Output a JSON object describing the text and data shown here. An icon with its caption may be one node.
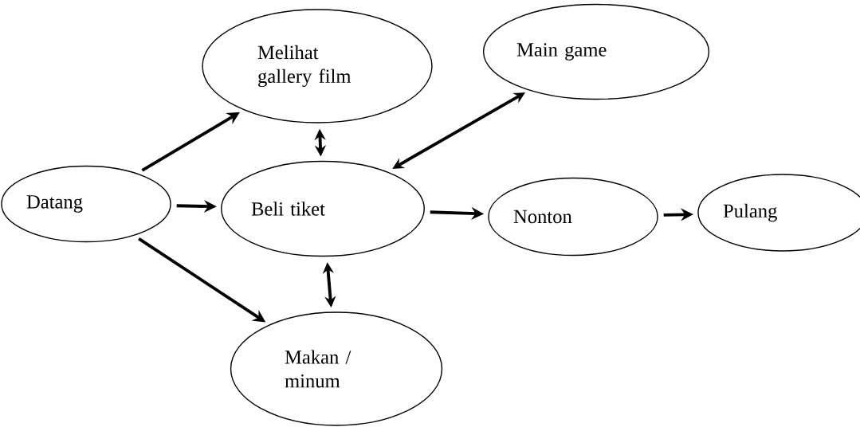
{
  "diagram": {
    "nodes": [
      {
        "text": [
          "Datang"
        ]
      },
      {
        "text": [
          "Melihat gallery film"
        ]
      },
      {
        "text": [
          "Main game"
        ]
      },
      {
        "text": [
          "Beli tiket"
        ]
      },
      {
        "text": [
          "Nonton"
        ]
      },
      {
        "text": [
          "Pulang"
        ]
      },
      {
        "text": [
          "Makan / minum"
        ]
      }
    ],
    "edges": [
      {
        "from": 0,
        "to": 1,
        "arrow": "to"
      },
      {
        "from": 0,
        "to": 3,
        "arrow": "to"
      },
      {
        "from": 0,
        "to": 6,
        "arrow": "to"
      },
      {
        "from": 1,
        "to": 3,
        "arrow": "both"
      },
      {
        "from": 3,
        "to": 2,
        "arrow": "both"
      },
      {
        "from": 3,
        "to": 4,
        "arrow": "to"
      },
      {
        "from": 4,
        "to": 5,
        "arrow": "to"
      },
      {
        "from": 3,
        "to": 6,
        "arrow": "both"
      }
    ]
  }
}
